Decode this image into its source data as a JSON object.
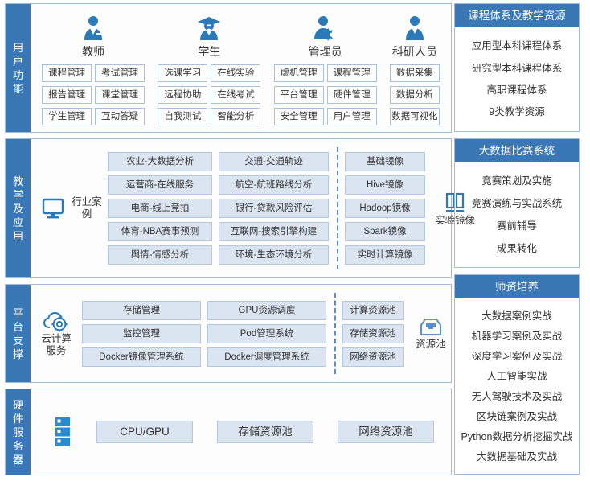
{
  "sections": [
    {
      "band_label": "用户功能",
      "roles": [
        {
          "icon": "teacher-icon",
          "name": "教师",
          "columns": [
            [
              "课程管理",
              "报告管理",
              "学生管理"
            ],
            [
              "考试管理",
              "课堂管理",
              "互动答疑"
            ]
          ]
        },
        {
          "icon": "student-icon",
          "name": "学生",
          "columns": [
            [
              "选课学习",
              "远程协助",
              "自我测试"
            ],
            [
              "在线实验",
              "在线考试",
              "智能分析"
            ]
          ]
        },
        {
          "icon": "admin-icon",
          "name": "管理员",
          "columns": [
            [
              "虚机管理",
              "平台管理",
              "安全管理"
            ],
            [
              "课程管理",
              "硬件管理",
              "用户管理"
            ]
          ]
        },
        {
          "icon": "researcher-icon",
          "name": "科研人员",
          "columns": [
            [
              "数据采集",
              "数据分析",
              "数据可视化"
            ]
          ]
        }
      ]
    },
    {
      "band_label": "教学及应用",
      "left_group": {
        "icon": "monitor-icon",
        "label": "行业案例",
        "columns": [
          [
            "农业-大数据分析",
            "运营商-在线服务",
            "电商-线上竞拍",
            "体育-NBA赛事预测",
            "舆情-情感分析"
          ],
          [
            "交通-交通轨迹",
            "航空-航班路线分析",
            "银行-贷款风险评估",
            "互联网-搜索引擎构建",
            "环境-生态环境分析"
          ]
        ]
      },
      "right_group": {
        "icon": "mirror-icon",
        "label": "实验镜像",
        "items": [
          "基础镜像",
          "Hive镜像",
          "Hadoop镜像",
          "Spark镜像",
          "实时计算镜像"
        ]
      }
    },
    {
      "band_label": "平台支撑",
      "left_group": {
        "icon": "cloud-gear-icon",
        "label": "云计算服务",
        "columns": [
          [
            "存储管理",
            "监控管理",
            "Docker镜像管理系统"
          ],
          [
            "GPU资源调度",
            "Pod管理系统",
            "Docker调度管理系统"
          ]
        ]
      },
      "right_group": {
        "icon": "resource-pool-icon",
        "label": "资源池",
        "items": [
          "计算资源池",
          "存储资源池",
          "网络资源池"
        ]
      }
    },
    {
      "band_label": "硬件服务器",
      "icon": "server-rack-icon",
      "items": [
        "CPU/GPU",
        "存储资源池",
        "网络资源池"
      ]
    }
  ],
  "panels": [
    {
      "title": "课程体系及教学资源",
      "items": [
        "应用型本科课程体系",
        "研究型本科课程体系",
        "高职课程体系",
        "9类教学资源"
      ]
    },
    {
      "title": "大数据比赛系统",
      "items": [
        "竞赛策划及实施",
        "竞赛演练与实战系统",
        "赛前辅导",
        "成果转化"
      ]
    },
    {
      "title": "师资培养",
      "items": [
        "大数据案例实战",
        "机器学习案例及实战",
        "深度学习案例及实战",
        "人工智能实战",
        "无人驾驶技术及实战",
        "区块链案例及实战",
        "Python数据分析挖掘实战",
        "大数据基础及实战"
      ]
    }
  ],
  "colors": {
    "brand_blue": "#3a78b5",
    "panel_border": "#9fbcdc",
    "tile_fill": "#dbe5f1",
    "tile_border": "#b3c7de"
  }
}
